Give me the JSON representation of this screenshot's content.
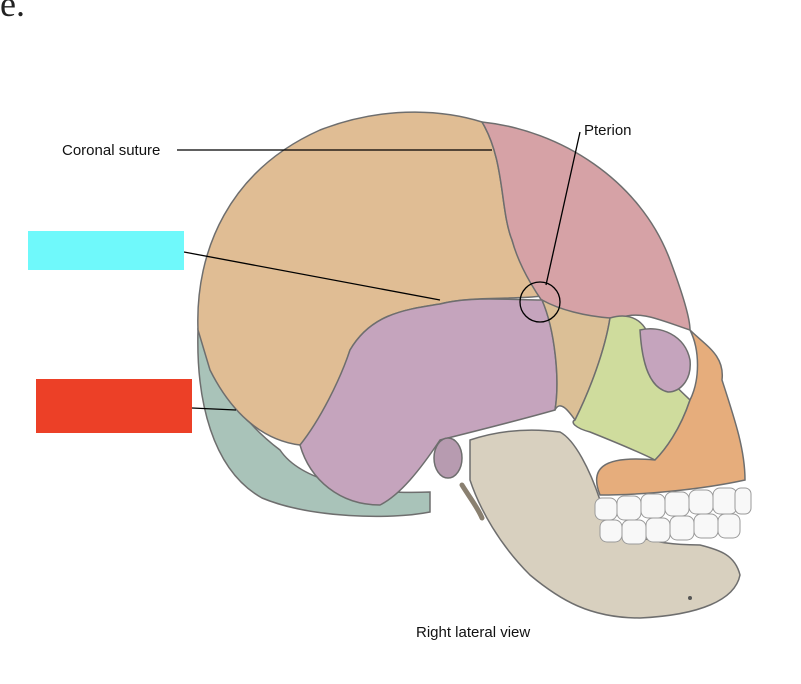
{
  "top_fragment": "e.",
  "labels": {
    "coronal_suture": "Coronal suture",
    "pterion": "Pterion",
    "view": "Right lateral view"
  },
  "answer_boxes": [
    {
      "color": "#6ff9fb"
    },
    {
      "color": "#ec4027"
    }
  ],
  "bone_colors": {
    "parietal": "#e0bd94",
    "frontal": "#d6a2a6",
    "temporal": "#c5a4bd",
    "occipital": "#a9c3b9",
    "sphenoid": "#dbbf96",
    "zygomatic": "#cfdc9d",
    "maxilla": "#e6ad7c",
    "mandible": "#d8d0bf",
    "teeth": "#f8f8f8",
    "outline": "#6e6e6e"
  }
}
